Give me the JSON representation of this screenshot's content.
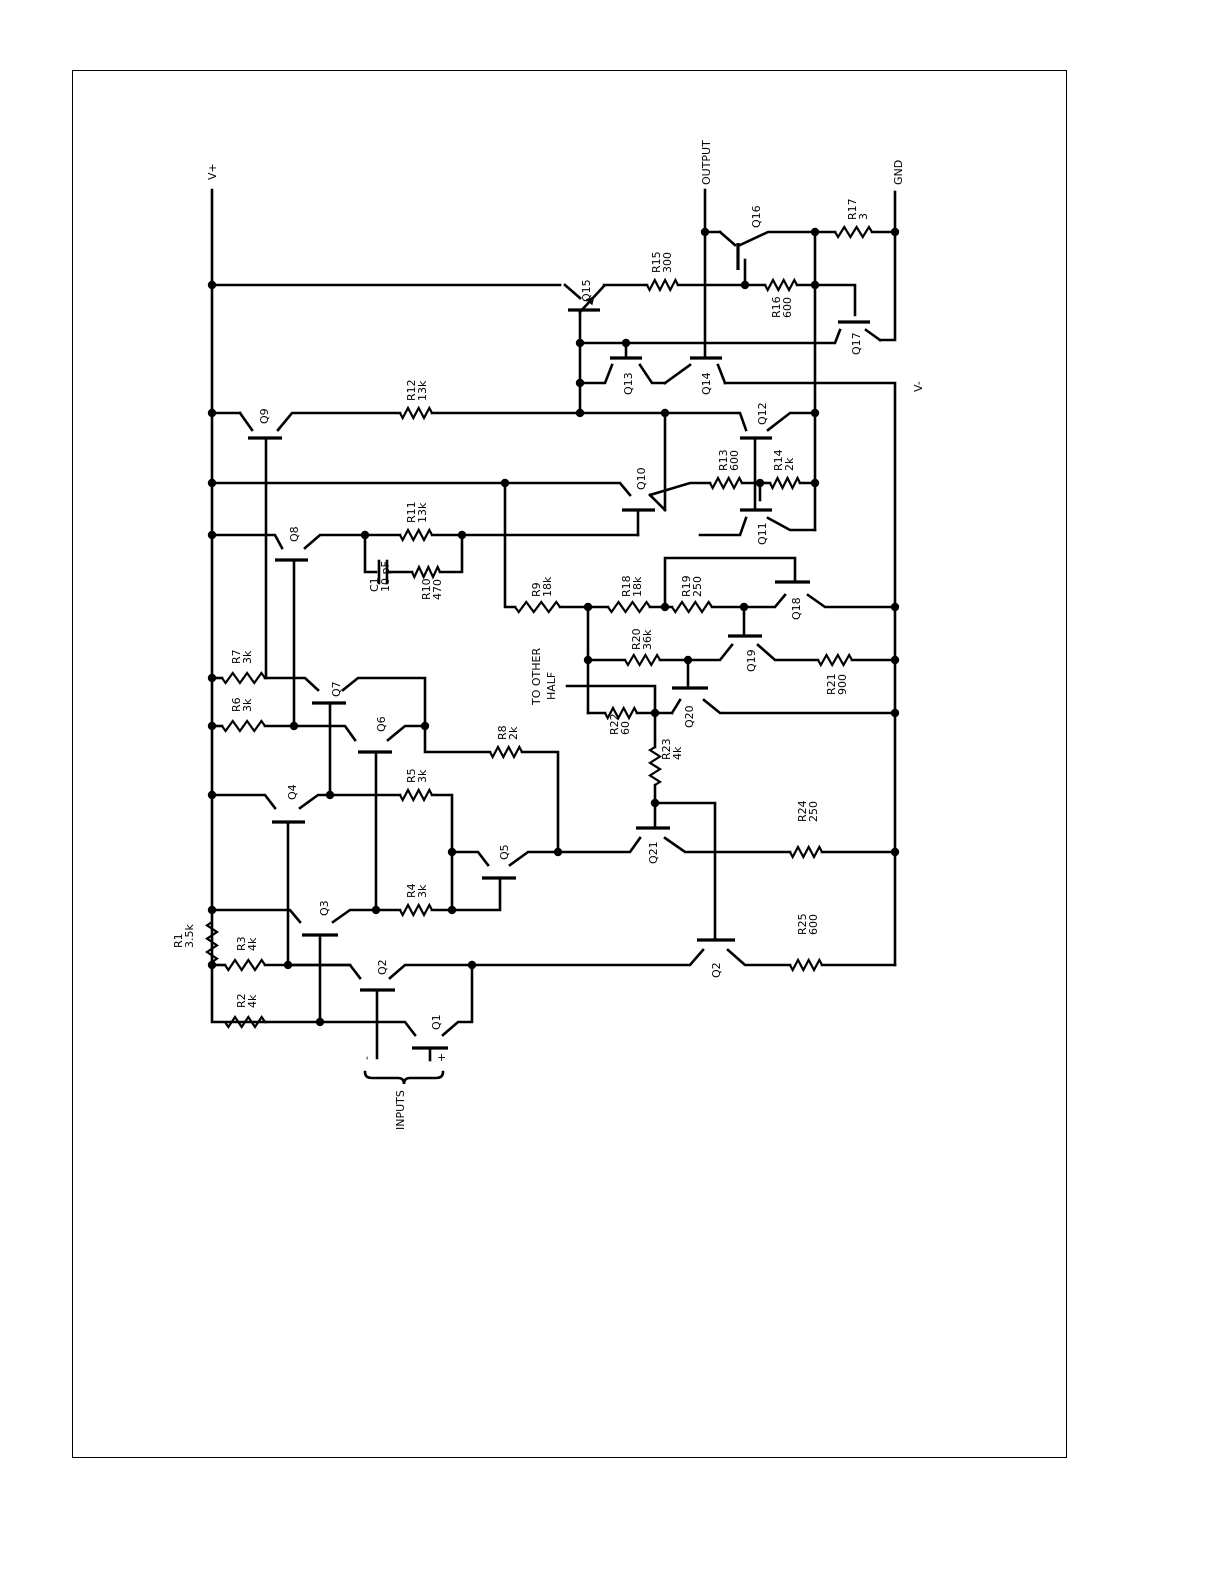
{
  "nets": {
    "vplus": "V+",
    "vminus": "V-",
    "output": "OUTPUT",
    "gnd": "GND",
    "inputs": "INPUTS",
    "inv_input": "-",
    "noninv_input": "+",
    "to_other_half": "TO OTHER HALF"
  },
  "transistors": {
    "q1": "Q1",
    "q2a": "Q2",
    "q2b": "Q2",
    "q3": "Q3",
    "q4": "Q4",
    "q5": "Q5",
    "q6": "Q6",
    "q7": "Q7",
    "q8": "Q8",
    "q9": "Q9",
    "q10": "Q10",
    "q11": "Q11",
    "q12": "Q12",
    "q13": "Q13",
    "q14": "Q14",
    "q15": "Q15",
    "q16": "Q16",
    "q17": "Q17",
    "q18": "Q18",
    "q19": "Q19",
    "q20": "Q20",
    "q21": "Q21"
  },
  "resistors": {
    "r1": {
      "name": "R1",
      "value": "3.5k"
    },
    "r2": {
      "name": "R2",
      "value": "4k"
    },
    "r3": {
      "name": "R3",
      "value": "4k"
    },
    "r4": {
      "name": "R4",
      "value": "3k"
    },
    "r5": {
      "name": "R5",
      "value": "3k"
    },
    "r6": {
      "name": "R6",
      "value": "3k"
    },
    "r7": {
      "name": "R7",
      "value": "3k"
    },
    "r8": {
      "name": "R8",
      "value": "2k"
    },
    "r9": {
      "name": "R9",
      "value": "18k"
    },
    "r10": {
      "name": "R10",
      "value": "470"
    },
    "r11": {
      "name": "R11",
      "value": "13k"
    },
    "r12": {
      "name": "R12",
      "value": "13k"
    },
    "r13": {
      "name": "R13",
      "value": "600"
    },
    "r14": {
      "name": "R14",
      "value": "2k"
    },
    "r15": {
      "name": "R15",
      "value": "300"
    },
    "r16": {
      "name": "R16",
      "value": "600"
    },
    "r17": {
      "name": "R17",
      "value": "3"
    },
    "r18": {
      "name": "R18",
      "value": "18k"
    },
    "r19": {
      "name": "R19",
      "value": "250"
    },
    "r20": {
      "name": "R20",
      "value": "36k"
    },
    "r21": {
      "name": "R21",
      "value": "900"
    },
    "r22": {
      "name": "R22",
      "value": "60"
    },
    "r23": {
      "name": "R23",
      "value": "4k"
    },
    "r24": {
      "name": "R24",
      "value": "250"
    },
    "r25": {
      "name": "R25",
      "value": "600"
    }
  },
  "capacitors": {
    "c1": {
      "name": "C1",
      "value": "10 pF"
    }
  }
}
